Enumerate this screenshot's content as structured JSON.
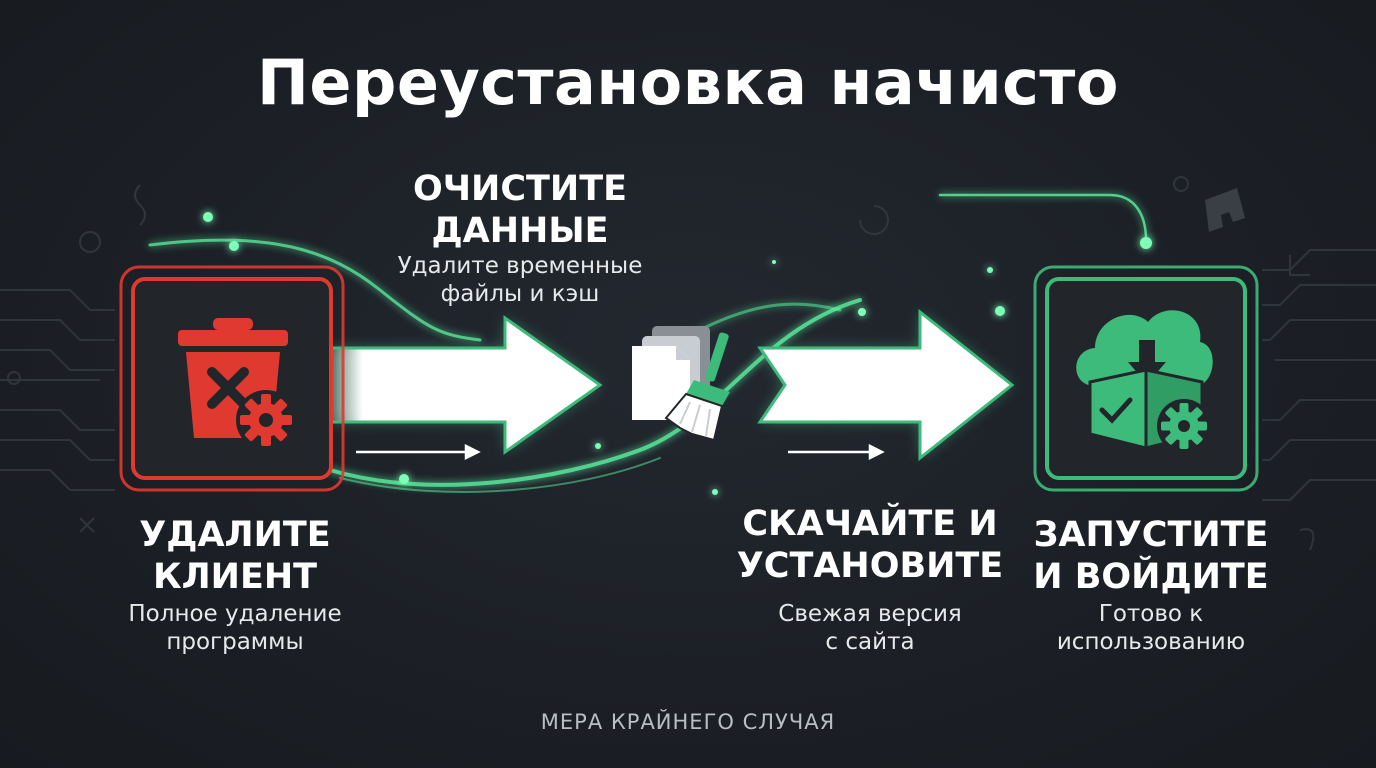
{
  "title": "Переустановка начисто",
  "steps": [
    {
      "title_line1": "УДАЛИТЕ",
      "title_line2": "КЛИЕНТ",
      "sub_line1": "Полное удаление",
      "sub_line2": "программы",
      "icon": "trash-gear-icon"
    },
    {
      "title_line1": "ОЧИСТИТЕ",
      "title_line2": "ДАННЫЕ",
      "sub_line1": "Удалите временные",
      "sub_line2": "файлы и кэш",
      "icon": "files-broom-icon"
    },
    {
      "title_line1": "СКАЧАЙТЕ И",
      "title_line2": "УСТАНОВИТЕ",
      "sub_line1": "Свежая версия",
      "sub_line2": "с сайта",
      "icon": "arrow-right-icon"
    },
    {
      "title_line1": "ЗАПУСТИТЕ",
      "title_line2": "И ВОЙДИТЕ",
      "sub_line1": "Готово к",
      "sub_line2": "использованию",
      "icon": "cloud-box-gear-icon"
    }
  ],
  "footer": "МЕРА КРАЙНЕГО СЛУЧАЯ",
  "colors": {
    "danger": "#e0392f",
    "success": "#3dbb7a",
    "glow": "#5cf0a0",
    "background": "#1c2026"
  }
}
